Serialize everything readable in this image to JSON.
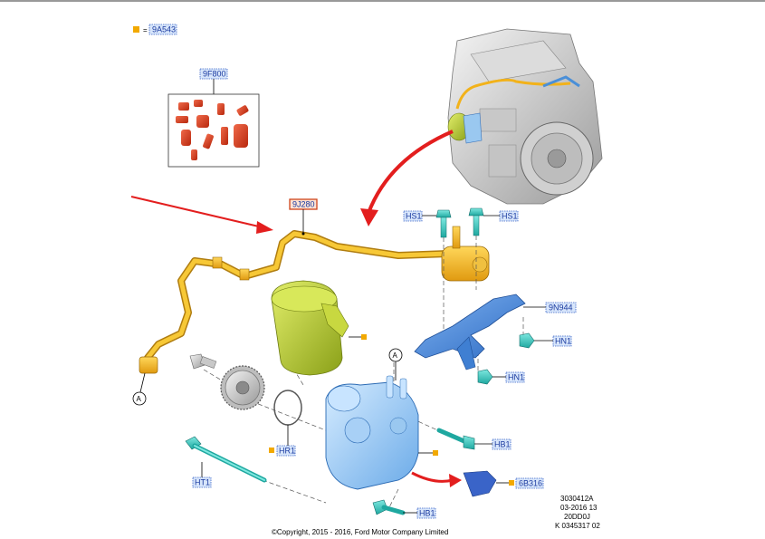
{
  "legend": {
    "symbol_color": "#f2a900",
    "equals": "=",
    "code": "9A543"
  },
  "kit": {
    "code": "9F800"
  },
  "callouts": {
    "pipe": "9J280",
    "bolt_left": "HS1",
    "bolt_right": "HS1",
    "bracket": "9N944",
    "nut_upper": "HN1",
    "nut_lower": "HN1",
    "pump_bolt_right": "HB1",
    "pump_bolt_bottom": "HB1",
    "oring": "HR1",
    "stud": "HT1",
    "shield": "6B316"
  },
  "connector_ref": "A",
  "footer": {
    "copyright": "©Copyright, 2015 - 2016, Ford Motor Company Limited",
    "ref_lines": [
      "3030412A",
      "03-2016 13",
      "20DD0J",
      "K 0345317 02"
    ]
  },
  "colors": {
    "arrow": "#e31e1e",
    "callout_text": "#1a3aa0",
    "pipe": "#f2b21a",
    "blue_part": "#4a8fd8",
    "green_part": "#b8c832"
  }
}
